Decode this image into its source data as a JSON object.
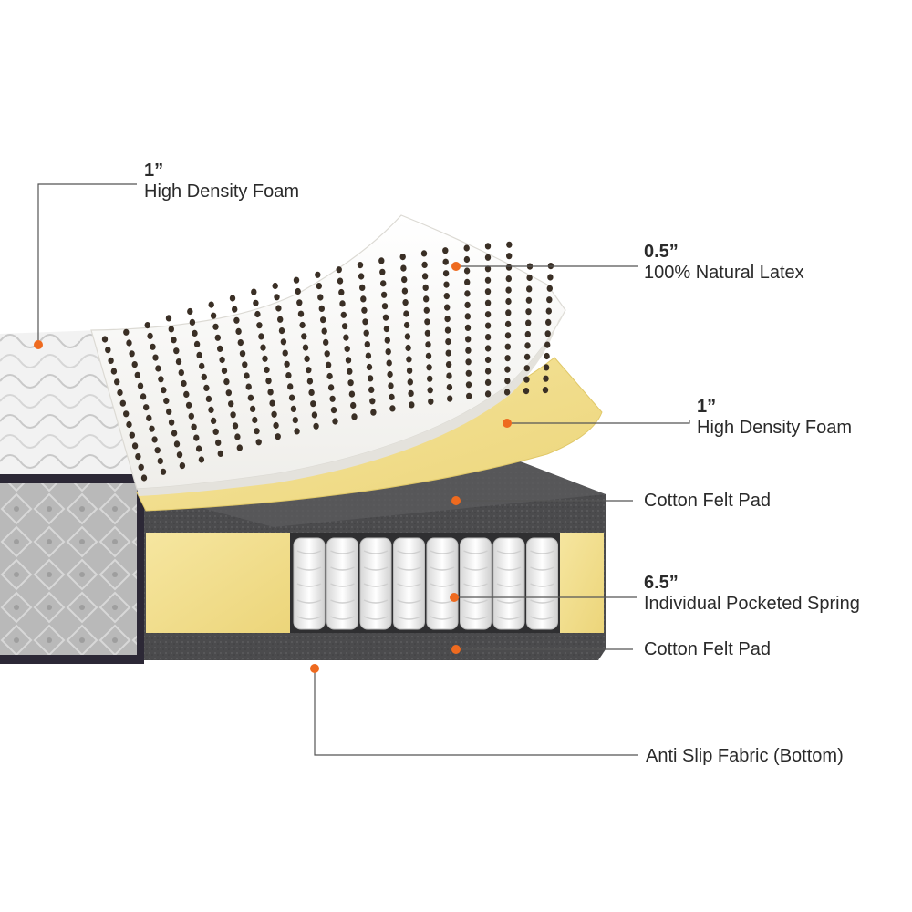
{
  "accent_color": "#ee6a1f",
  "labels": {
    "top_foam": {
      "thickness": "1”",
      "name": "High Density Foam"
    },
    "latex": {
      "thickness": "0.5”",
      "name": "100% Natural Latex"
    },
    "yellow_foam": {
      "thickness": "1”",
      "name": "High Density Foam"
    },
    "felt_top": {
      "name": "Cotton Felt Pad"
    },
    "springs": {
      "thickness": "6.5”",
      "name": "Individual Pocketed Spring"
    },
    "felt_bottom": {
      "name": "Cotton Felt Pad"
    },
    "bottom_fabric": {
      "name": "Anti Slip Fabric (Bottom)"
    }
  }
}
